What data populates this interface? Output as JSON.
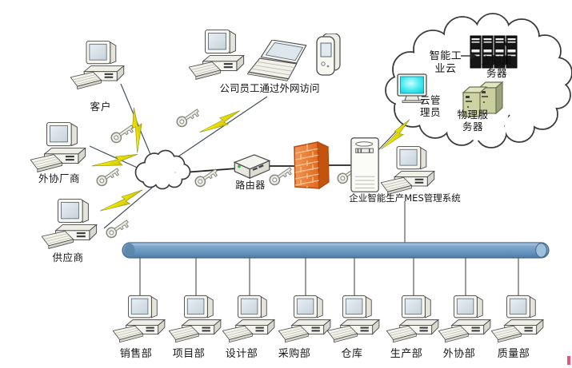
{
  "external_access": {
    "customer": {
      "label": "客户",
      "icon": "desktop-pc-icon"
    },
    "employees": {
      "label": "公司员工通过外网访问",
      "icons": [
        "desktop-pc-icon",
        "laptop-icon",
        "handheld-pda-icon"
      ]
    },
    "outsourcing_vendor": {
      "label": "外协厂商",
      "icon": "desktop-pc-icon"
    },
    "supplier": {
      "label": "供应商",
      "icon": "desktop-pc-icon"
    }
  },
  "network": {
    "internet_cloud": {
      "icon": "cloud-icon"
    },
    "router": {
      "label": "路由器",
      "icon": "router-icon"
    },
    "firewall": {
      "icon": "firewall-brick-icon"
    },
    "security_keys_count": 7,
    "lightning_links_count": 5
  },
  "mes_server": {
    "label": "企业智能生产MES管理系统",
    "icons": [
      "tower-server-icon",
      "desktop-pc-icon"
    ]
  },
  "industrial_cloud": {
    "title": "智能工业云",
    "virtual_servers": {
      "label": "虚拟服务器",
      "icon": "rack-servers-icon"
    },
    "cloud_admin": {
      "label": "云管理员",
      "icon": "crt-monitor-icon"
    },
    "physical_servers": {
      "label": "物理服务器",
      "icon": "green-tower-servers-icon"
    }
  },
  "departments": [
    {
      "label": "销售部"
    },
    {
      "label": "项目部"
    },
    {
      "label": "设计部"
    },
    {
      "label": "采购部"
    },
    {
      "label": "仓库"
    },
    {
      "label": "生产部"
    },
    {
      "label": "外协部"
    },
    {
      "label": "质量部"
    }
  ],
  "colors": {
    "lightning_yellow": "#f2ec00",
    "firewall_orange": "#ed7d31",
    "bus_bar_blue": "#6a97c0",
    "admin_screen_cyan": "#35e3ea",
    "physical_server_green": "#c9cf9e",
    "rack_server_black": "#161616"
  }
}
